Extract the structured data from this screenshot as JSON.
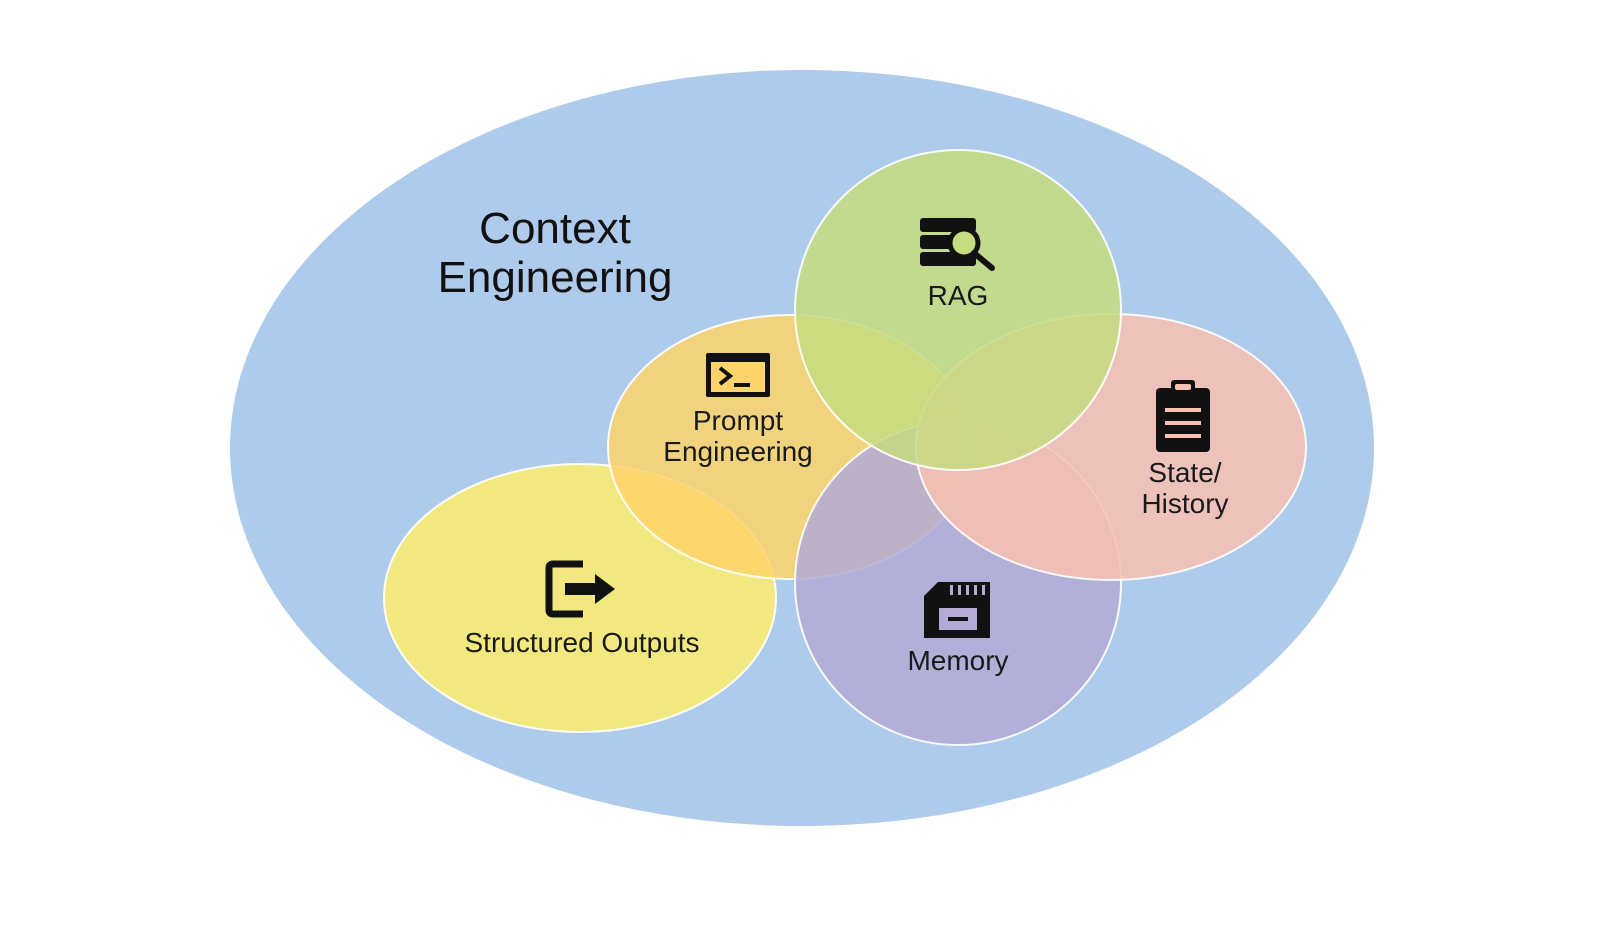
{
  "diagram": {
    "title_lines": [
      "Context",
      "Engineering"
    ],
    "nodes": {
      "rag": {
        "lines": [
          "RAG"
        ],
        "icon": "database-search-icon",
        "color": "#c5dc80"
      },
      "prompt": {
        "lines": [
          "Prompt",
          "Engineering"
        ],
        "icon": "terminal-icon",
        "color": "#fdd36a"
      },
      "state": {
        "lines": [
          "State/",
          "History"
        ],
        "icon": "clipboard-icon",
        "color": "#f8c1b1"
      },
      "structured": {
        "lines": [
          "Structured Outputs"
        ],
        "icon": "exit-arrow-icon",
        "color": "#fdee6d"
      },
      "memory": {
        "lines": [
          "Memory"
        ],
        "icon": "memory-card-icon",
        "color": "#b3abd5"
      }
    },
    "background_color": "#aecbeb"
  }
}
